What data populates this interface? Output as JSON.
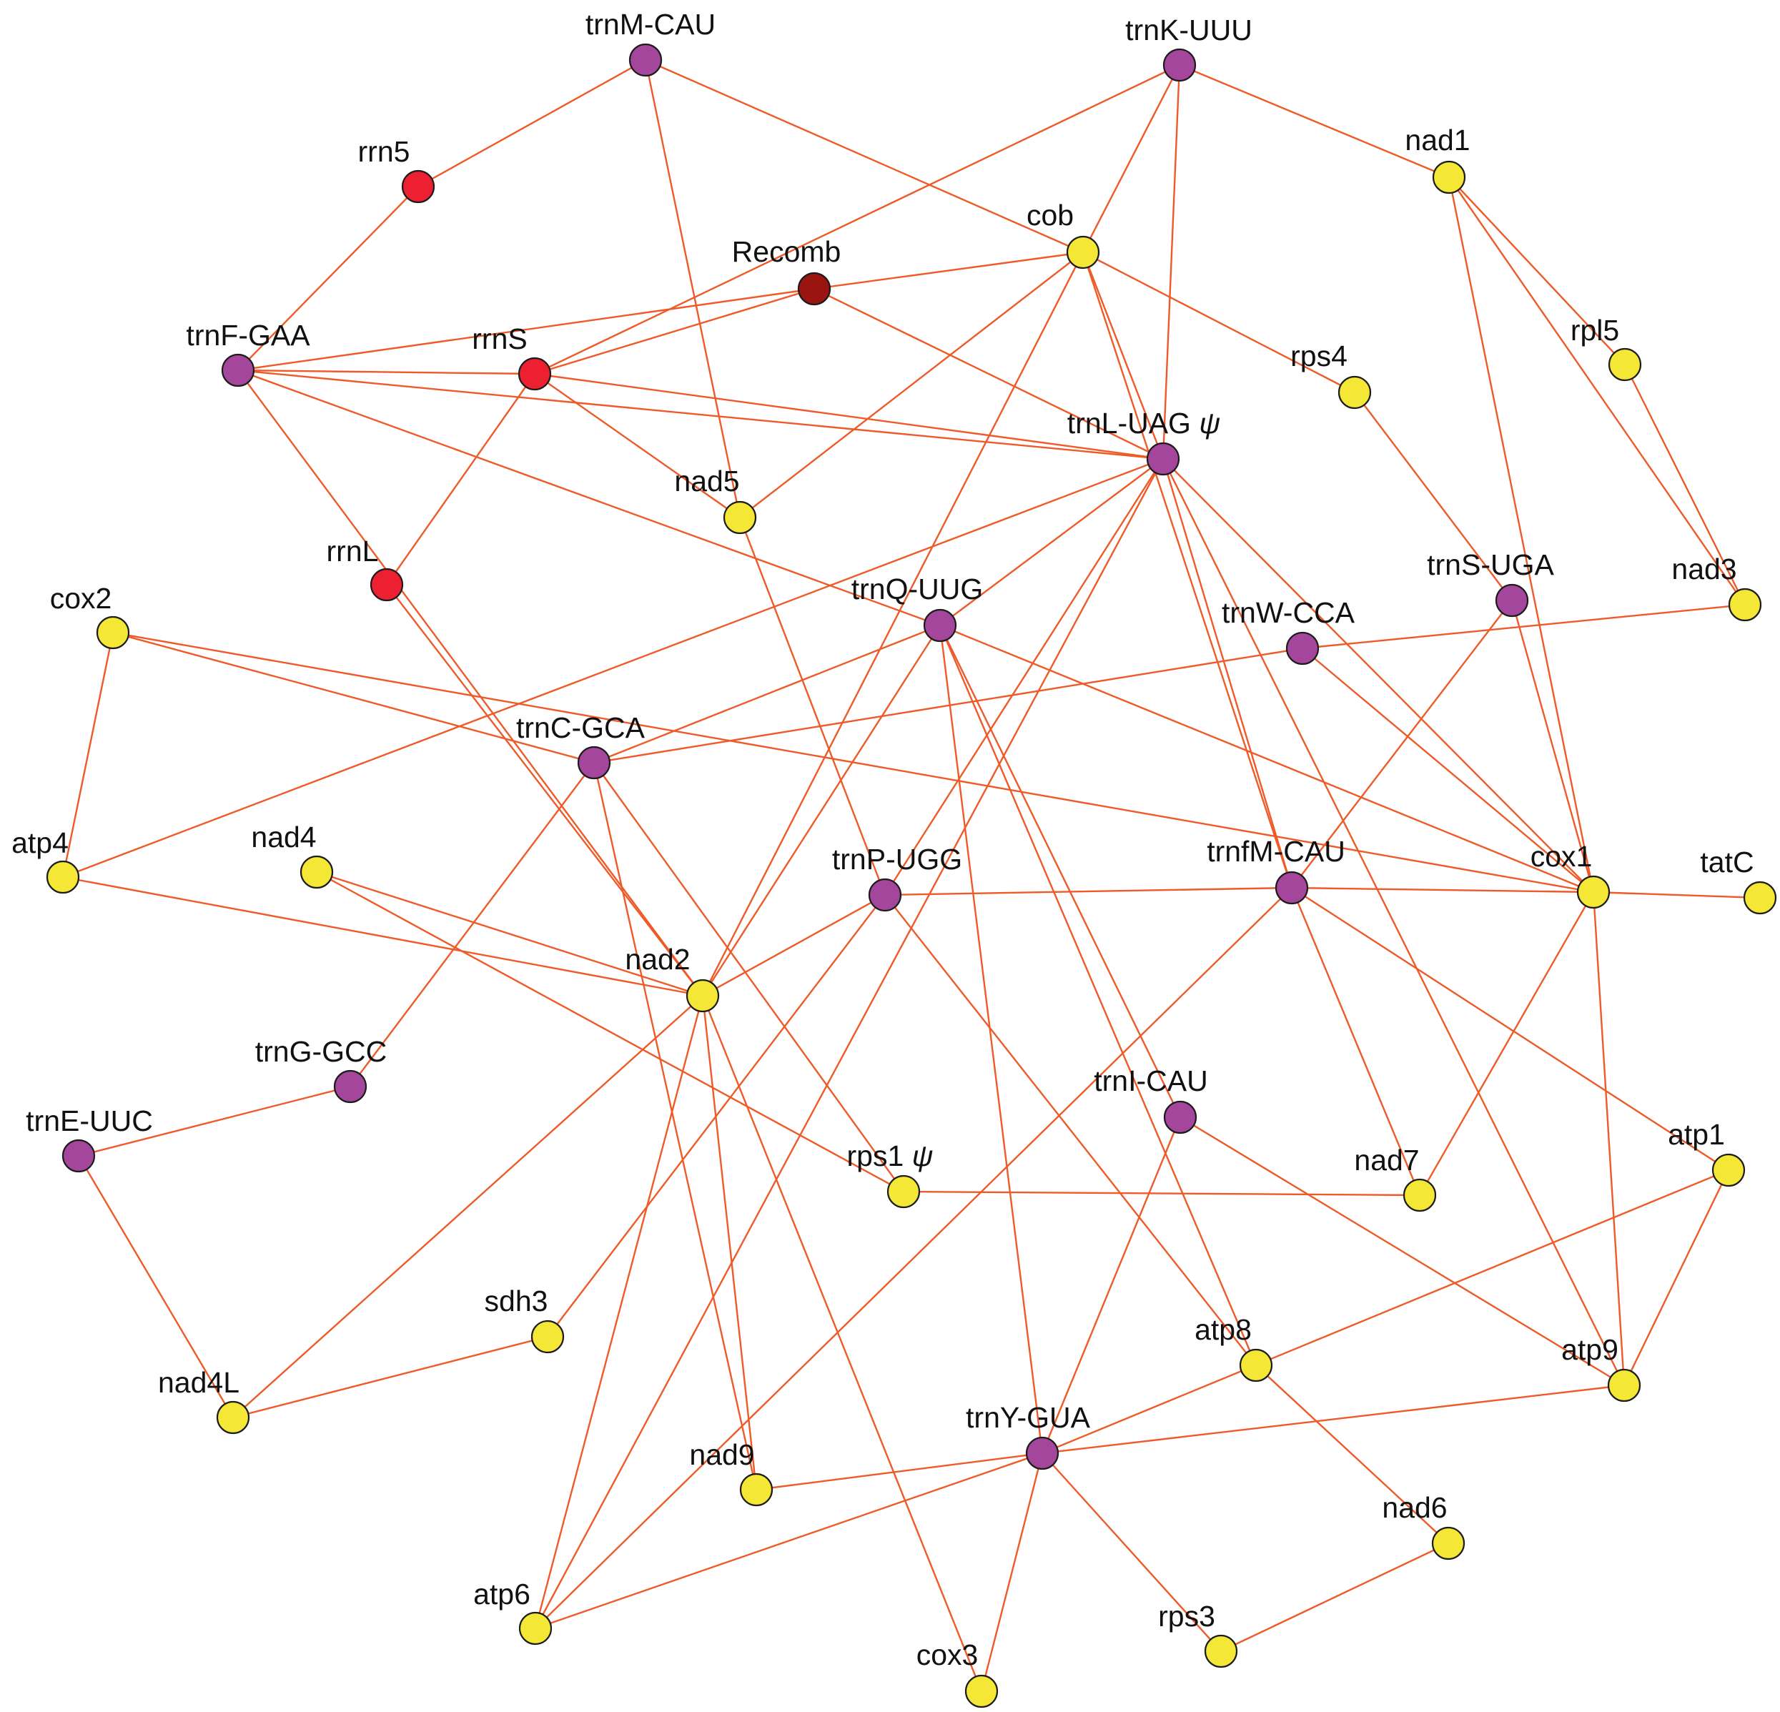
{
  "colors": {
    "edge": "#ee5a28",
    "node_stroke": "#1c1c1c",
    "trn": "#a4479c",
    "gene": "#f5e735",
    "rrn": "#ec2030",
    "recomb": "#9a1510",
    "label": "#111111"
  },
  "nodes": [
    {
      "id": "trnM-CAU",
      "label": "trnM-CAU",
      "kind": "trn"
    },
    {
      "id": "trnK-UUU",
      "label": "trnK-UUU",
      "kind": "trn"
    },
    {
      "id": "nad1",
      "label": "nad1",
      "kind": "gene"
    },
    {
      "id": "rrn5",
      "label": "rrn5",
      "kind": "rrn"
    },
    {
      "id": "cob",
      "label": "cob",
      "kind": "gene"
    },
    {
      "id": "Recomb",
      "label": "Recomb",
      "kind": "recomb"
    },
    {
      "id": "trnF-GAA",
      "label": "trnF-GAA",
      "kind": "trn"
    },
    {
      "id": "rrnS",
      "label": "rrnS",
      "kind": "rrn"
    },
    {
      "id": "rps4",
      "label": "rps4",
      "kind": "gene"
    },
    {
      "id": "rpl5",
      "label": "rpl5",
      "kind": "gene"
    },
    {
      "id": "trnL-UAG",
      "label": "trnL-UAG",
      "suffix": "ψ",
      "kind": "trn"
    },
    {
      "id": "nad5",
      "label": "nad5",
      "kind": "gene"
    },
    {
      "id": "rrnL",
      "label": "rrnL",
      "kind": "rrn"
    },
    {
      "id": "cox2",
      "label": "cox2",
      "kind": "gene"
    },
    {
      "id": "trnQ-UUG",
      "label": "trnQ-UUG",
      "kind": "trn"
    },
    {
      "id": "trnS-UGA",
      "label": "trnS-UGA",
      "kind": "trn"
    },
    {
      "id": "nad3",
      "label": "nad3",
      "kind": "gene"
    },
    {
      "id": "trnW-CCA",
      "label": "trnW-CCA",
      "kind": "trn"
    },
    {
      "id": "trnC-GCA",
      "label": "trnC-GCA",
      "kind": "trn"
    },
    {
      "id": "atp4",
      "label": "atp4",
      "kind": "gene"
    },
    {
      "id": "nad4",
      "label": "nad4",
      "kind": "gene"
    },
    {
      "id": "trnP-UGG",
      "label": "trnP-UGG",
      "kind": "trn"
    },
    {
      "id": "trnfM-CAU",
      "label": "trnfM-CAU",
      "kind": "trn"
    },
    {
      "id": "cox1",
      "label": "cox1",
      "kind": "gene"
    },
    {
      "id": "tatC",
      "label": "tatC",
      "kind": "gene"
    },
    {
      "id": "nad2",
      "label": "nad2",
      "kind": "gene"
    },
    {
      "id": "trnG-GCC",
      "label": "trnG-GCC",
      "kind": "trn"
    },
    {
      "id": "trnI-CAU",
      "label": "trnI-CAU",
      "kind": "trn"
    },
    {
      "id": "trnE-UUC",
      "label": "trnE-UUC",
      "kind": "trn"
    },
    {
      "id": "atp1",
      "label": "atp1",
      "kind": "gene"
    },
    {
      "id": "rps1",
      "label": "rps1",
      "suffix": "ψ",
      "kind": "gene"
    },
    {
      "id": "nad7",
      "label": "nad7",
      "kind": "gene"
    },
    {
      "id": "sdh3",
      "label": "sdh3",
      "kind": "gene"
    },
    {
      "id": "atp8",
      "label": "atp8",
      "kind": "gene"
    },
    {
      "id": "atp9",
      "label": "atp9",
      "kind": "gene"
    },
    {
      "id": "nad4L",
      "label": "nad4L",
      "kind": "gene"
    },
    {
      "id": "trnY-GUA",
      "label": "trnY-GUA",
      "kind": "trn"
    },
    {
      "id": "nad9",
      "label": "nad9",
      "kind": "gene"
    },
    {
      "id": "nad6",
      "label": "nad6",
      "kind": "gene"
    },
    {
      "id": "atp6",
      "label": "atp6",
      "kind": "gene"
    },
    {
      "id": "rps3",
      "label": "rps3",
      "kind": "gene"
    },
    {
      "id": "cox3",
      "label": "cox3",
      "kind": "gene"
    }
  ],
  "edges": [
    [
      "trnM-CAU",
      "rrn5"
    ],
    [
      "trnM-CAU",
      "cob"
    ],
    [
      "trnM-CAU",
      "nad5"
    ],
    [
      "trnK-UUU",
      "nad1"
    ],
    [
      "trnK-UUU",
      "cob"
    ],
    [
      "trnK-UUU",
      "rrnS"
    ],
    [
      "trnK-UUU",
      "trnL-UAG"
    ],
    [
      "rrn5",
      "trnF-GAA"
    ],
    [
      "nad1",
      "rpl5"
    ],
    [
      "nad1",
      "nad3"
    ],
    [
      "nad1",
      "cox1"
    ],
    [
      "rpl5",
      "nad3"
    ],
    [
      "cob",
      "Recomb"
    ],
    [
      "cob",
      "rps4"
    ],
    [
      "cob",
      "nad5"
    ],
    [
      "cob",
      "trnL-UAG"
    ],
    [
      "cob",
      "nad2"
    ],
    [
      "cob",
      "trnfM-CAU"
    ],
    [
      "Recomb",
      "trnF-GAA"
    ],
    [
      "Recomb",
      "rrnS"
    ],
    [
      "Recomb",
      "trnL-UAG"
    ],
    [
      "trnF-GAA",
      "rrnS"
    ],
    [
      "trnF-GAA",
      "trnL-UAG"
    ],
    [
      "trnF-GAA",
      "trnQ-UUG"
    ],
    [
      "trnF-GAA",
      "nad2"
    ],
    [
      "rrnS",
      "trnL-UAG"
    ],
    [
      "rrnS",
      "nad5"
    ],
    [
      "rrnS",
      "rrnL"
    ],
    [
      "rps4",
      "trnS-UGA"
    ],
    [
      "trnL-UAG",
      "trnQ-UUG"
    ],
    [
      "trnL-UAG",
      "atp4"
    ],
    [
      "trnL-UAG",
      "trnP-UGG"
    ],
    [
      "trnL-UAG",
      "trnfM-CAU"
    ],
    [
      "trnL-UAG",
      "atp9"
    ],
    [
      "trnL-UAG",
      "atp6"
    ],
    [
      "trnL-UAG",
      "cox1"
    ],
    [
      "nad5",
      "trnP-UGG"
    ],
    [
      "rrnL",
      "nad2"
    ],
    [
      "cox2",
      "atp4"
    ],
    [
      "cox2",
      "trnC-GCA"
    ],
    [
      "cox2",
      "cox1"
    ],
    [
      "trnQ-UUG",
      "trnC-GCA"
    ],
    [
      "trnQ-UUG",
      "nad2"
    ],
    [
      "trnQ-UUG",
      "cox1"
    ],
    [
      "trnQ-UUG",
      "trnY-GUA"
    ],
    [
      "trnQ-UUG",
      "atp8"
    ],
    [
      "trnQ-UUG",
      "trnI-CAU"
    ],
    [
      "trnS-UGA",
      "cox1"
    ],
    [
      "trnS-UGA",
      "trnfM-CAU"
    ],
    [
      "nad3",
      "trnW-CCA"
    ],
    [
      "trnW-CCA",
      "trnC-GCA"
    ],
    [
      "trnW-CCA",
      "cox1"
    ],
    [
      "trnC-GCA",
      "trnG-GCC"
    ],
    [
      "trnC-GCA",
      "rps1"
    ],
    [
      "trnC-GCA",
      "nad9"
    ],
    [
      "atp4",
      "nad2"
    ],
    [
      "nad4",
      "nad2"
    ],
    [
      "nad4",
      "rps1"
    ],
    [
      "trnP-UGG",
      "trnfM-CAU"
    ],
    [
      "trnP-UGG",
      "nad2"
    ],
    [
      "trnP-UGG",
      "sdh3"
    ],
    [
      "trnP-UGG",
      "atp8"
    ],
    [
      "trnfM-CAU",
      "cox1"
    ],
    [
      "trnfM-CAU",
      "nad7"
    ],
    [
      "trnfM-CAU",
      "atp1"
    ],
    [
      "trnfM-CAU",
      "atp6"
    ],
    [
      "cox1",
      "tatC"
    ],
    [
      "cox1",
      "nad7"
    ],
    [
      "cox1",
      "atp9"
    ],
    [
      "nad2",
      "nad4L"
    ],
    [
      "nad2",
      "atp6"
    ],
    [
      "nad2",
      "nad9"
    ],
    [
      "nad2",
      "cox3"
    ],
    [
      "trnG-GCC",
      "trnE-UUC"
    ],
    [
      "trnI-CAU",
      "atp9"
    ],
    [
      "trnI-CAU",
      "trnY-GUA"
    ],
    [
      "trnE-UUC",
      "nad4L"
    ],
    [
      "atp1",
      "trnY-GUA"
    ],
    [
      "atp1",
      "atp9"
    ],
    [
      "rps1",
      "nad7"
    ],
    [
      "sdh3",
      "nad4L"
    ],
    [
      "atp8",
      "nad6"
    ],
    [
      "atp9",
      "trnY-GUA"
    ],
    [
      "trnY-GUA",
      "nad9"
    ],
    [
      "trnY-GUA",
      "atp6"
    ],
    [
      "trnY-GUA",
      "rps3"
    ],
    [
      "trnY-GUA",
      "cox3"
    ],
    [
      "nad6",
      "rps3"
    ]
  ]
}
